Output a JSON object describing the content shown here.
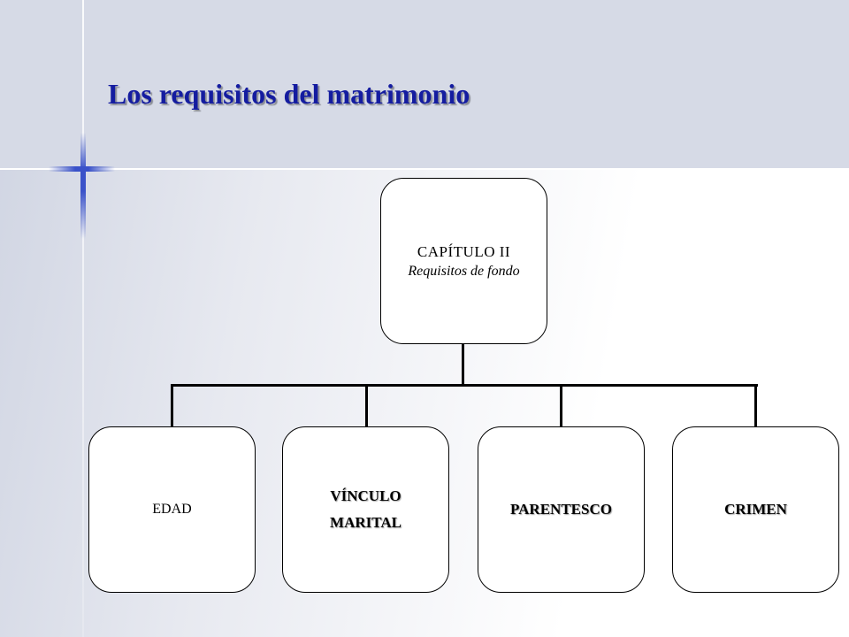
{
  "slide": {
    "title": "Los requisitos del matrimonio"
  },
  "diagram": {
    "root": {
      "title": "CAPÍTULO II",
      "subtitle": "Requisitos de fondo"
    },
    "children": [
      {
        "line1": "EDAD",
        "line2": ""
      },
      {
        "line1": "VÍNCULO",
        "line2": "MARITAL"
      },
      {
        "line1": "PARENTESCO",
        "line2": ""
      },
      {
        "line1": "CRIMEN",
        "line2": ""
      }
    ]
  }
}
